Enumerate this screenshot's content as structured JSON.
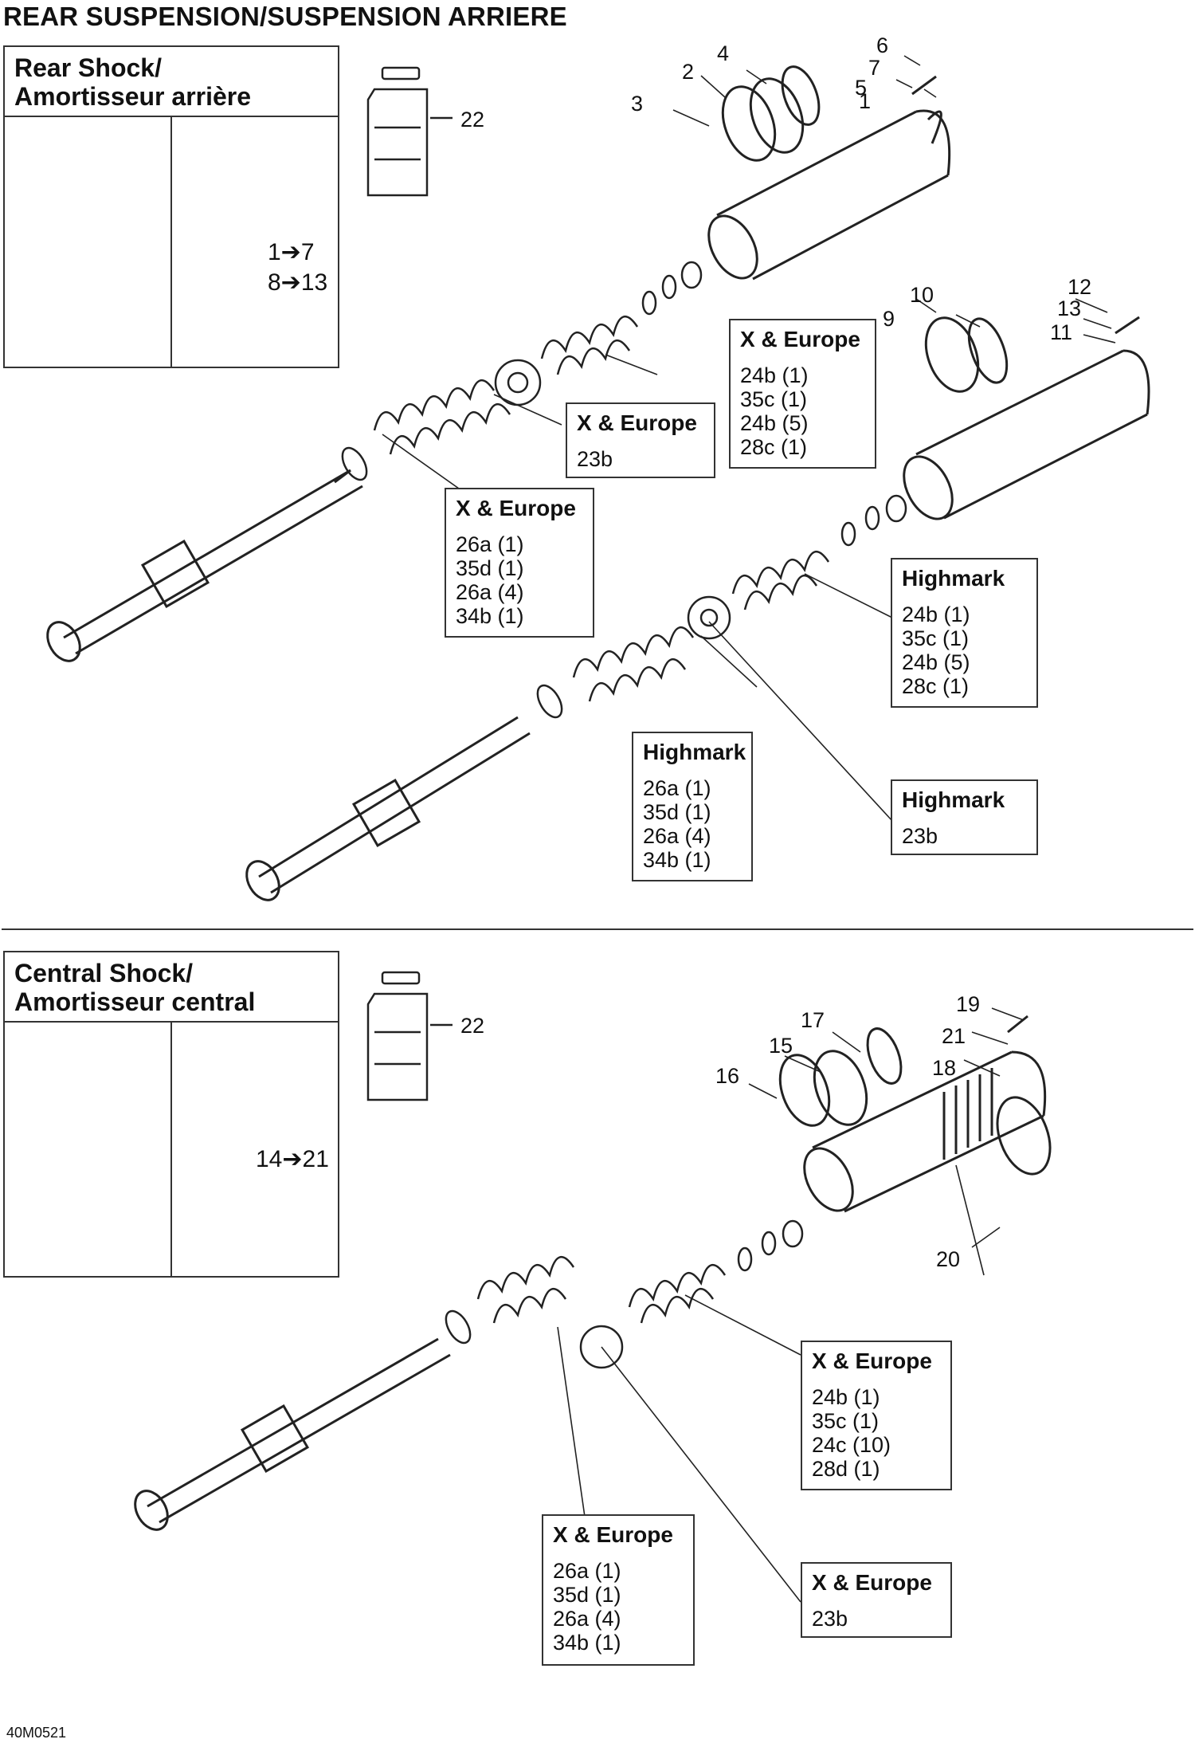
{
  "page_title": "REAR SUSPENSION/SUSPENSION ARRIERE",
  "rear_panel": {
    "title_line1": "Rear Shock/",
    "title_line2": "Amortisseur arrière",
    "ref1": "1➔7",
    "ref2": "8➔13"
  },
  "central_panel": {
    "title_line1": "Central Shock/",
    "title_line2": "Amortisseur central",
    "ref1": "14➔21"
  },
  "callouts": [
    {
      "head": "X & Europe",
      "lines": [
        "24b (1)",
        "35c (1)",
        "24b (5)",
        "28c (1)"
      ]
    },
    {
      "head": "X & Europe",
      "lines": [
        "23b"
      ]
    },
    {
      "head": "X & Europe",
      "lines": [
        "26a (1)",
        "35d (1)",
        "26a (4)",
        "34b (1)"
      ]
    },
    {
      "head": "Highmark",
      "lines": [
        "24b (1)",
        "35c (1)",
        "24b (5)",
        "28c (1)"
      ]
    },
    {
      "head": "Highmark",
      "lines": [
        "26a (1)",
        "35d (1)",
        "26a (4)",
        "34b (1)"
      ]
    },
    {
      "head": "Highmark",
      "lines": [
        "23b"
      ]
    },
    {
      "head": "X & Europe",
      "lines": [
        "24b (1)",
        "35c (1)",
        "24c (10)",
        "28d (1)"
      ]
    },
    {
      "head": "X & Europe",
      "lines": [
        "26a (1)",
        "35d (1)",
        "26a (4)",
        "34b (1)"
      ]
    },
    {
      "head": "X & Europe",
      "lines": [
        "23b"
      ]
    }
  ],
  "part_numbers": [
    "1",
    "2",
    "3",
    "4",
    "5",
    "6",
    "7",
    "9",
    "10",
    "11",
    "12",
    "13",
    "15",
    "16",
    "17",
    "18",
    "19",
    "20",
    "21",
    "22"
  ],
  "footer_code": "40M0521"
}
